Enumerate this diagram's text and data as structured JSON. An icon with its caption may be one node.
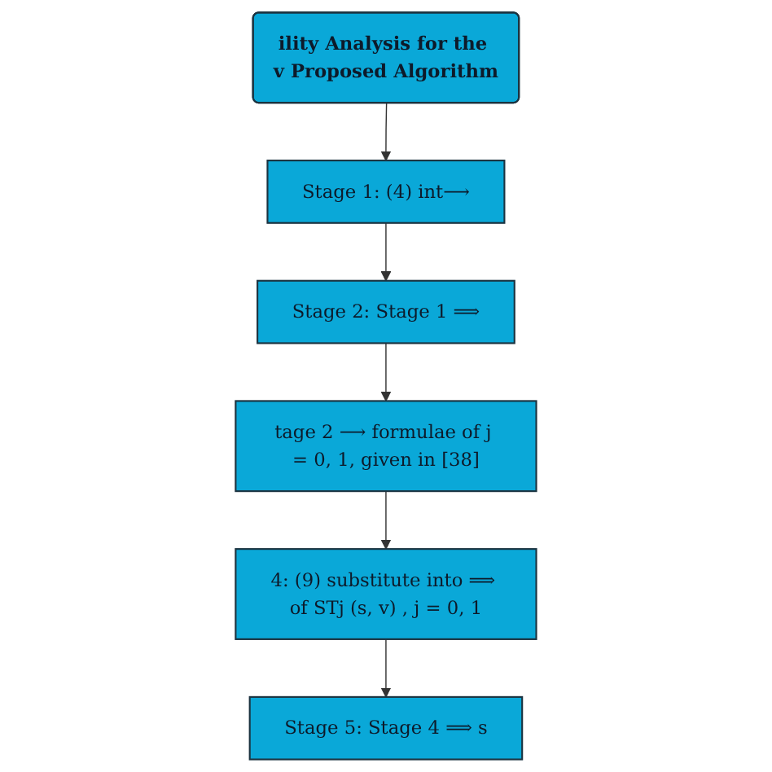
{
  "diagram": {
    "nodes": [
      {
        "text": [
          "ility Analysis for the v Proposed Algorithm"
        ]
      },
      {
        "text": [
          "Stage 1: (4) int⟶"
        ]
      },
      {
        "text": [
          "Stage 2: Stage 1 ⟹"
        ]
      },
      {
        "text": [
          "tage 2 ⟶ formulae of j = 0, 1, given in [38]"
        ]
      },
      {
        "text": [
          "4: (9) substitute into ⟹ of STj (s, v) , j = 0, 1"
        ]
      },
      {
        "text": [
          "Stage 5: Stage 4 ⟹ s"
        ]
      }
    ],
    "edges": [
      {
        "from": 0,
        "to": 1,
        "arrow": "to"
      },
      {
        "from": 1,
        "to": 2,
        "arrow": "to"
      },
      {
        "from": 2,
        "to": 3,
        "arrow": "to"
      },
      {
        "from": 3,
        "to": 4,
        "arrow": "to"
      },
      {
        "from": 4,
        "to": 5,
        "arrow": "to"
      }
    ]
  }
}
